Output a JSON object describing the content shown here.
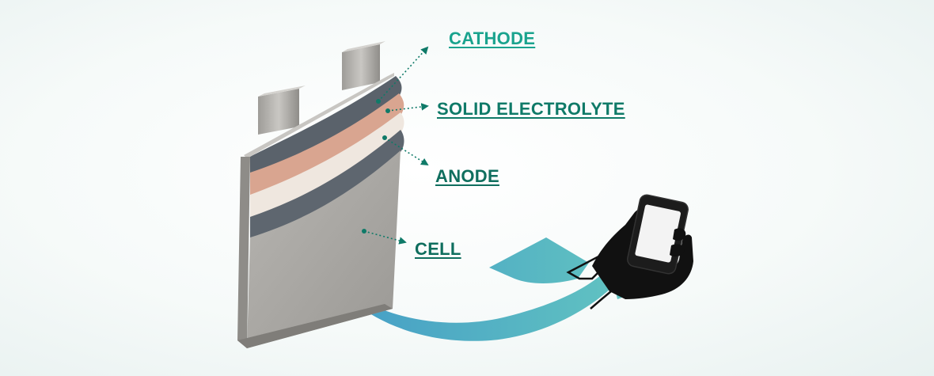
{
  "labels": {
    "cathode": "CATHODE",
    "solid_electrolyte": "SOLID ELECTROLYTE",
    "anode": "ANODE",
    "cell": "CELL"
  },
  "colors": {
    "cathode_label": "#1aa38e",
    "solid_electrolyte_label": "#0f7a68",
    "anode_label": "#0f6e5e",
    "cell_label": "#0f6e5e",
    "leader_line": "#0f7a68",
    "arrow_start": "#3a97c4",
    "arrow_end": "#5ec6bd",
    "cell_casing": "#a8a6a2",
    "cathode_layer": "#d9a590",
    "electrolyte_layer": "#efe7df",
    "anode_layer": "#5e666f"
  },
  "icons": {
    "hand_phone": "hand-holding-smartphone-icon"
  }
}
